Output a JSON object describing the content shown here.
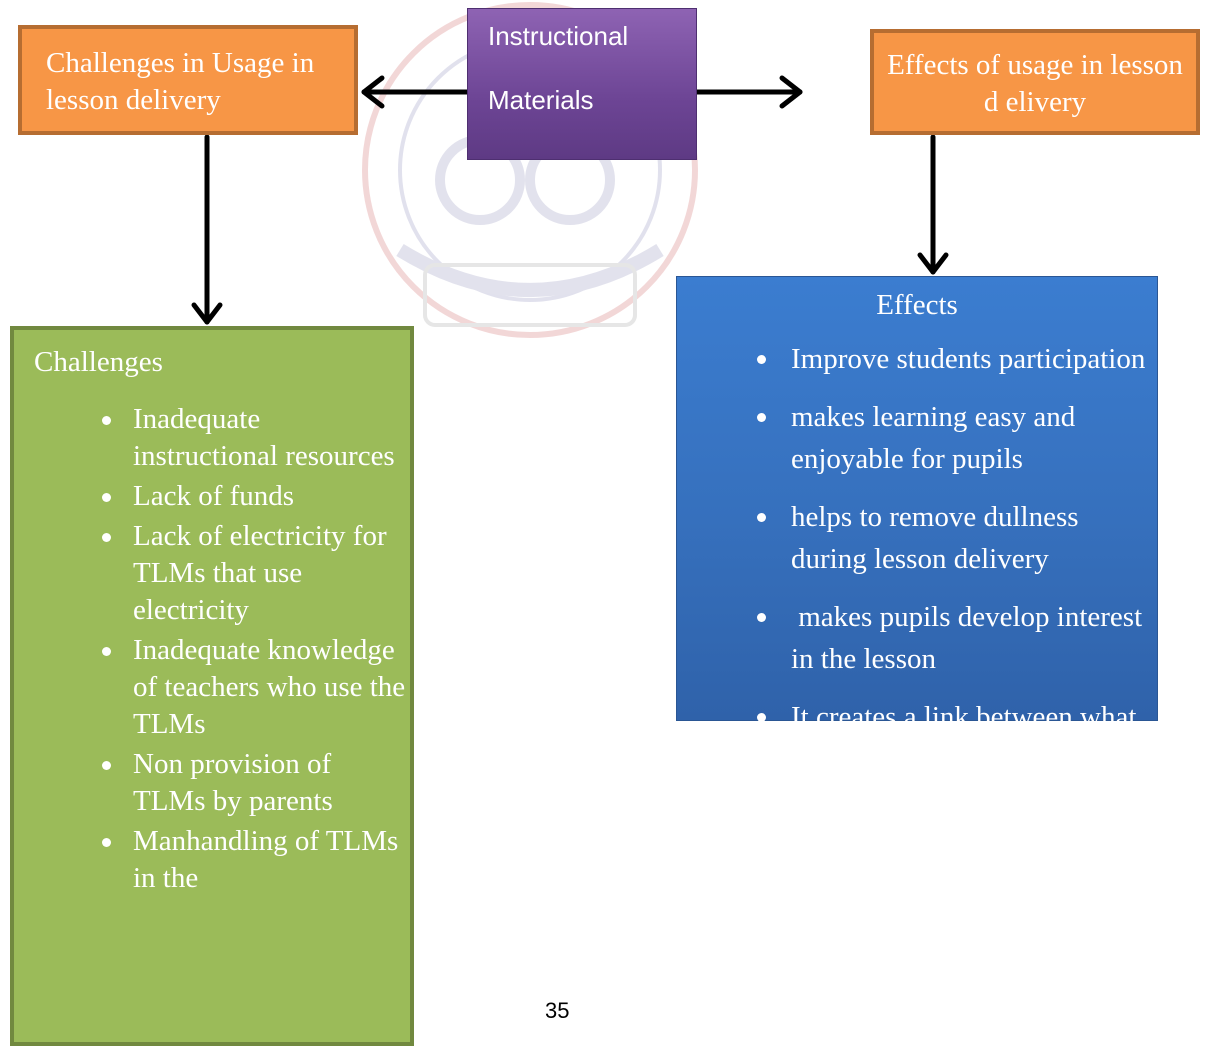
{
  "diagram": {
    "center_node": {
      "lines": [
        "Instructional",
        "Materials"
      ]
    },
    "left_node": {
      "text": "Challenges in Usage in lesson delivery"
    },
    "right_node": {
      "text": "Effects of usage in lesson d elivery"
    },
    "challenges_box": {
      "title": "Challenges",
      "items": [
        "Inadequate instructional resources",
        "Lack of funds",
        "Lack of electricity for TLMs that use electricity",
        "Inadequate knowledge of teachers who use the TLMs",
        "Non provision of TLMs by parents",
        "Manhandling of TLMs in the"
      ]
    },
    "effects_box": {
      "title": "Effects",
      "items": [
        "Improve students participation",
        "makes learning easy and enjoyable for pupils",
        "helps to remove dullness during lesson delivery",
        " makes pupils develop interest in the lesson",
        "It creates a link between what is real and what is"
      ]
    }
  },
  "page_number": "35",
  "colors": {
    "orange": "#f79646",
    "purple": "#7b52a4",
    "green": "#9bbb59",
    "blue": "#3670bd"
  }
}
